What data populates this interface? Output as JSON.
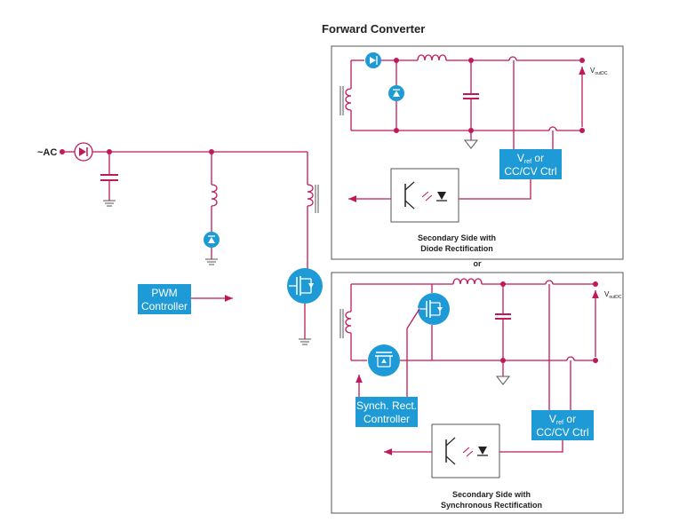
{
  "title": "Forward Converter",
  "input_label": "~AC",
  "pwm_controller": [
    "PWM",
    "Controller"
  ],
  "top_panel": {
    "vout": "V",
    "vout_sub": "outDC",
    "vref_line1": "V",
    "vref_sub": "ref",
    "vref_or": " or",
    "vref_line2": "CC/CV Ctrl",
    "caption": [
      "Secondary Side with",
      "Diode Rectification"
    ]
  },
  "or_label": "or",
  "bottom_panel": {
    "vout": "V",
    "vout_sub": "outDC",
    "sync_controller": [
      "Synch. Rect.",
      "Controller"
    ],
    "vref_line1": "V",
    "vref_sub": "ref",
    "vref_or": " or",
    "vref_line2": "CC/CV Ctrl",
    "caption": [
      "Secondary Side with",
      "Synchronous Rectification"
    ]
  },
  "colors": {
    "wire": "#c2185b",
    "block": "#1e9ad6",
    "frame": "#555555"
  }
}
